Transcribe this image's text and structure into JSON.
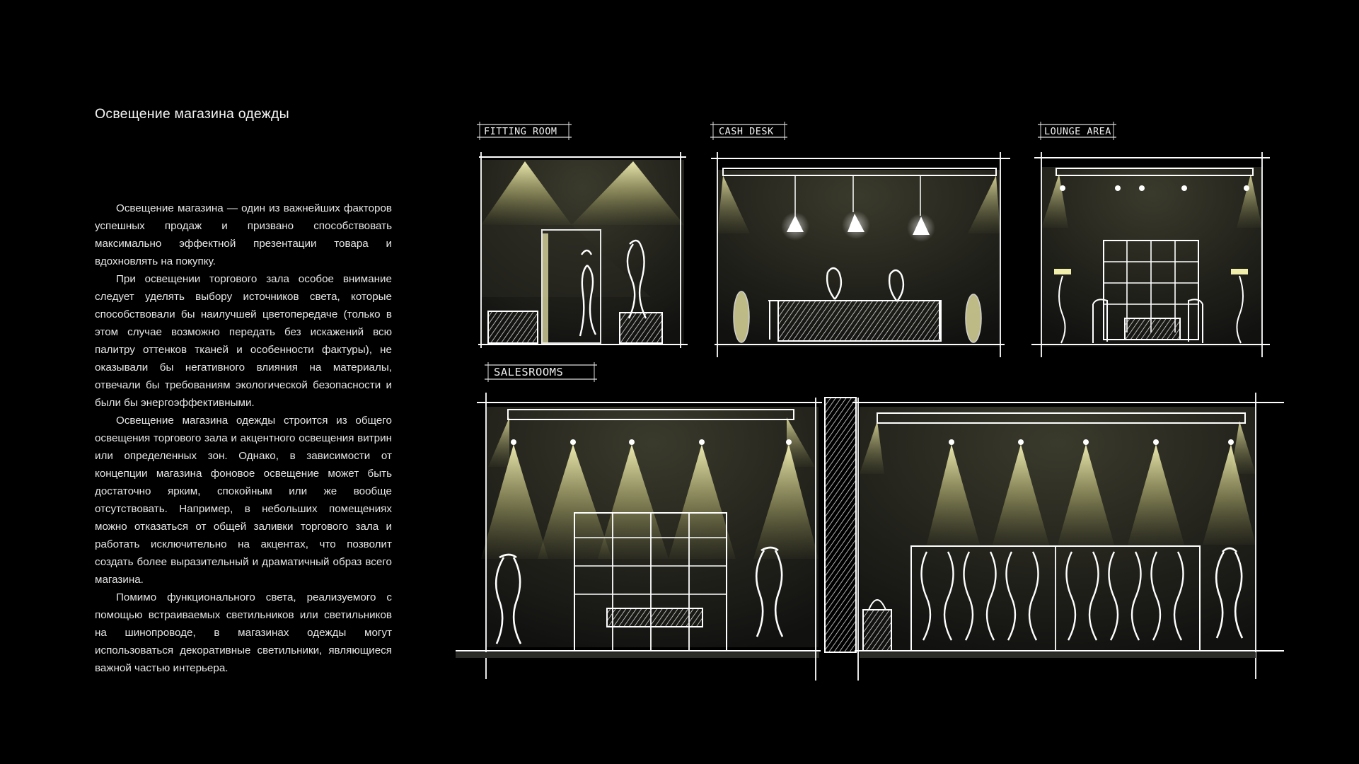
{
  "title": "Освещение магазина одежды",
  "paragraphs": [
    "Освещение магазина — один из важнейших факторов успешных продаж и призвано способствовать максимально эффектной презентации товара  и вдохновлять на покупку.",
    "При освещении торгового зала особое внимание следует уделять выбору источников света, которые способствовали бы наилучшей цветопередаче (только в этом случае возможно передать без искажений всю палитру оттенков тканей и особенности фактуры), не оказывали бы негативного влияния на материалы, отвечали бы требованиям экологической безопасности и были бы энергоэффективными.",
    "Освещение магазина одежды строится из общего освещения торгового зала и акцентного освещения витрин или определенных зон. Однако,  в зависимости от концепции магазина фоновое освещение может быть достаточно ярким, спокойным или же вообще отсутствовать. Например, в небольших помещениях можно отказаться от общей заливки торгового зала и работать исключительно на акцентах, что позволит создать более выразительный  и  драматичный образ всего магазина.",
    "Помимо функционального света, реализуемого с помощью встраиваемых светильников или светильников на шинопроводе, в магазинах одежды могут использоваться декоративные светильники, являющиеся важной частью интерьера."
  ],
  "sketches": {
    "fitting_room": "FITTING ROOM",
    "cash_desk": "CASH DESK",
    "lounge_area": "LOUNGE AREA",
    "salesrooms": "SALESROOMS"
  },
  "colors": {
    "background": "#000000",
    "light": "#e8e6a0",
    "line": "#ffffff"
  }
}
